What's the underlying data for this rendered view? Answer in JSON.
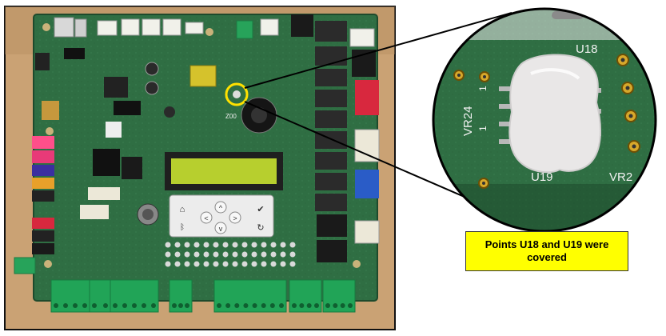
{
  "callout": {
    "text": "Points U18 and U19 were covered"
  },
  "board": {
    "silkscreen_label": "Z00",
    "keypad": {
      "home_icon": "home-icon",
      "arrow_left_icon": "arrow-left-icon",
      "arrow_up_icon": "arrow-up-icon",
      "arrow_right_icon": "arrow-right-icon",
      "arrow_down_icon": "arrow-down-icon",
      "check_icon": "check-icon",
      "refresh_icon": "refresh-icon",
      "bluetooth_icon": "bluetooth-icon"
    }
  },
  "zoom": {
    "labels": {
      "u18": "U18",
      "u19": "U19",
      "vr24": "VR24",
      "vr": "VR2",
      "num1": "1"
    }
  },
  "colors": {
    "highlight_circle": "#ffe100",
    "callout_bg": "#ffff00",
    "pcb_green": "#2f6e43",
    "compound_white": "#e9e7e7"
  }
}
